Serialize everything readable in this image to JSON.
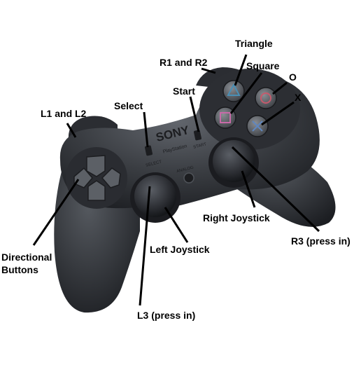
{
  "diagram": {
    "labels": {
      "triangle": "Triangle",
      "r1_r2": "R1 and R2",
      "square": "Square",
      "circle": "O",
      "cross": "X",
      "start": "Start",
      "select": "Select",
      "l1_l2": "L1 and L2",
      "right_joystick": "Right Joystick",
      "r3": "R3 (press in)",
      "directional": "Directional\nButtons",
      "left_joystick": "Left Joystick",
      "l3": "L3 (press in)"
    },
    "controller": {
      "brand": "SONY",
      "platform": "PlayStation",
      "select_text": "SELECT",
      "start_text": "START",
      "analog_text": "ANALOG"
    },
    "colors": {
      "body": "#3a3d42",
      "body_dark": "#23252a",
      "body_light": "#5b5f66",
      "label": "#000000",
      "leader_line": "#000000",
      "triangle_symbol": "#4a8fb5",
      "square_symbol": "#c86aa8",
      "circle_symbol": "#c55a6c",
      "cross_symbol": "#5f86bf"
    }
  }
}
